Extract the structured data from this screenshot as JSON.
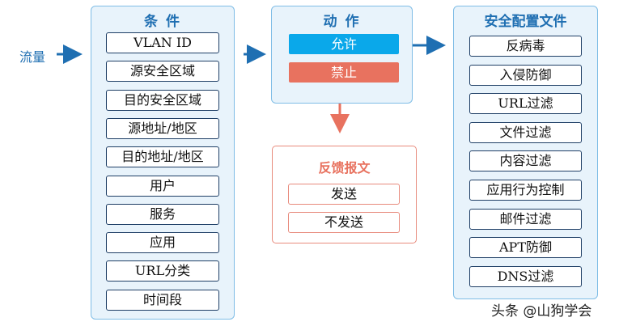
{
  "input_label": "流量",
  "conditions": {
    "title": "条 件",
    "items": [
      "VLAN ID",
      "源安全区域",
      "目的安全区域",
      "源地址/地区",
      "目的地址/地区",
      "用户",
      "服务",
      "应用",
      "URL分类",
      "时间段"
    ]
  },
  "actions": {
    "title": "动 作",
    "allow": "允许",
    "deny": "禁止",
    "allow_color": "#0aa8ea",
    "deny_color": "#e8725f"
  },
  "feedback": {
    "title": "反馈报文",
    "items": [
      "发送",
      "不发送"
    ],
    "color": "#e88b7d"
  },
  "profiles": {
    "title": "安全配置文件",
    "items": [
      "反病毒",
      "入侵防御",
      "URL过滤",
      "文件过滤",
      "内容过滤",
      "应用行为控制",
      "邮件过滤",
      "APT防御",
      "DNS过滤"
    ]
  },
  "watermark": "头条 @山狗学会",
  "colors": {
    "arrow_blue": "#1f6fb2",
    "arrow_red": "#e8725f",
    "panel_fill": "#e8f3fb",
    "panel_border": "#7fbde6"
  }
}
